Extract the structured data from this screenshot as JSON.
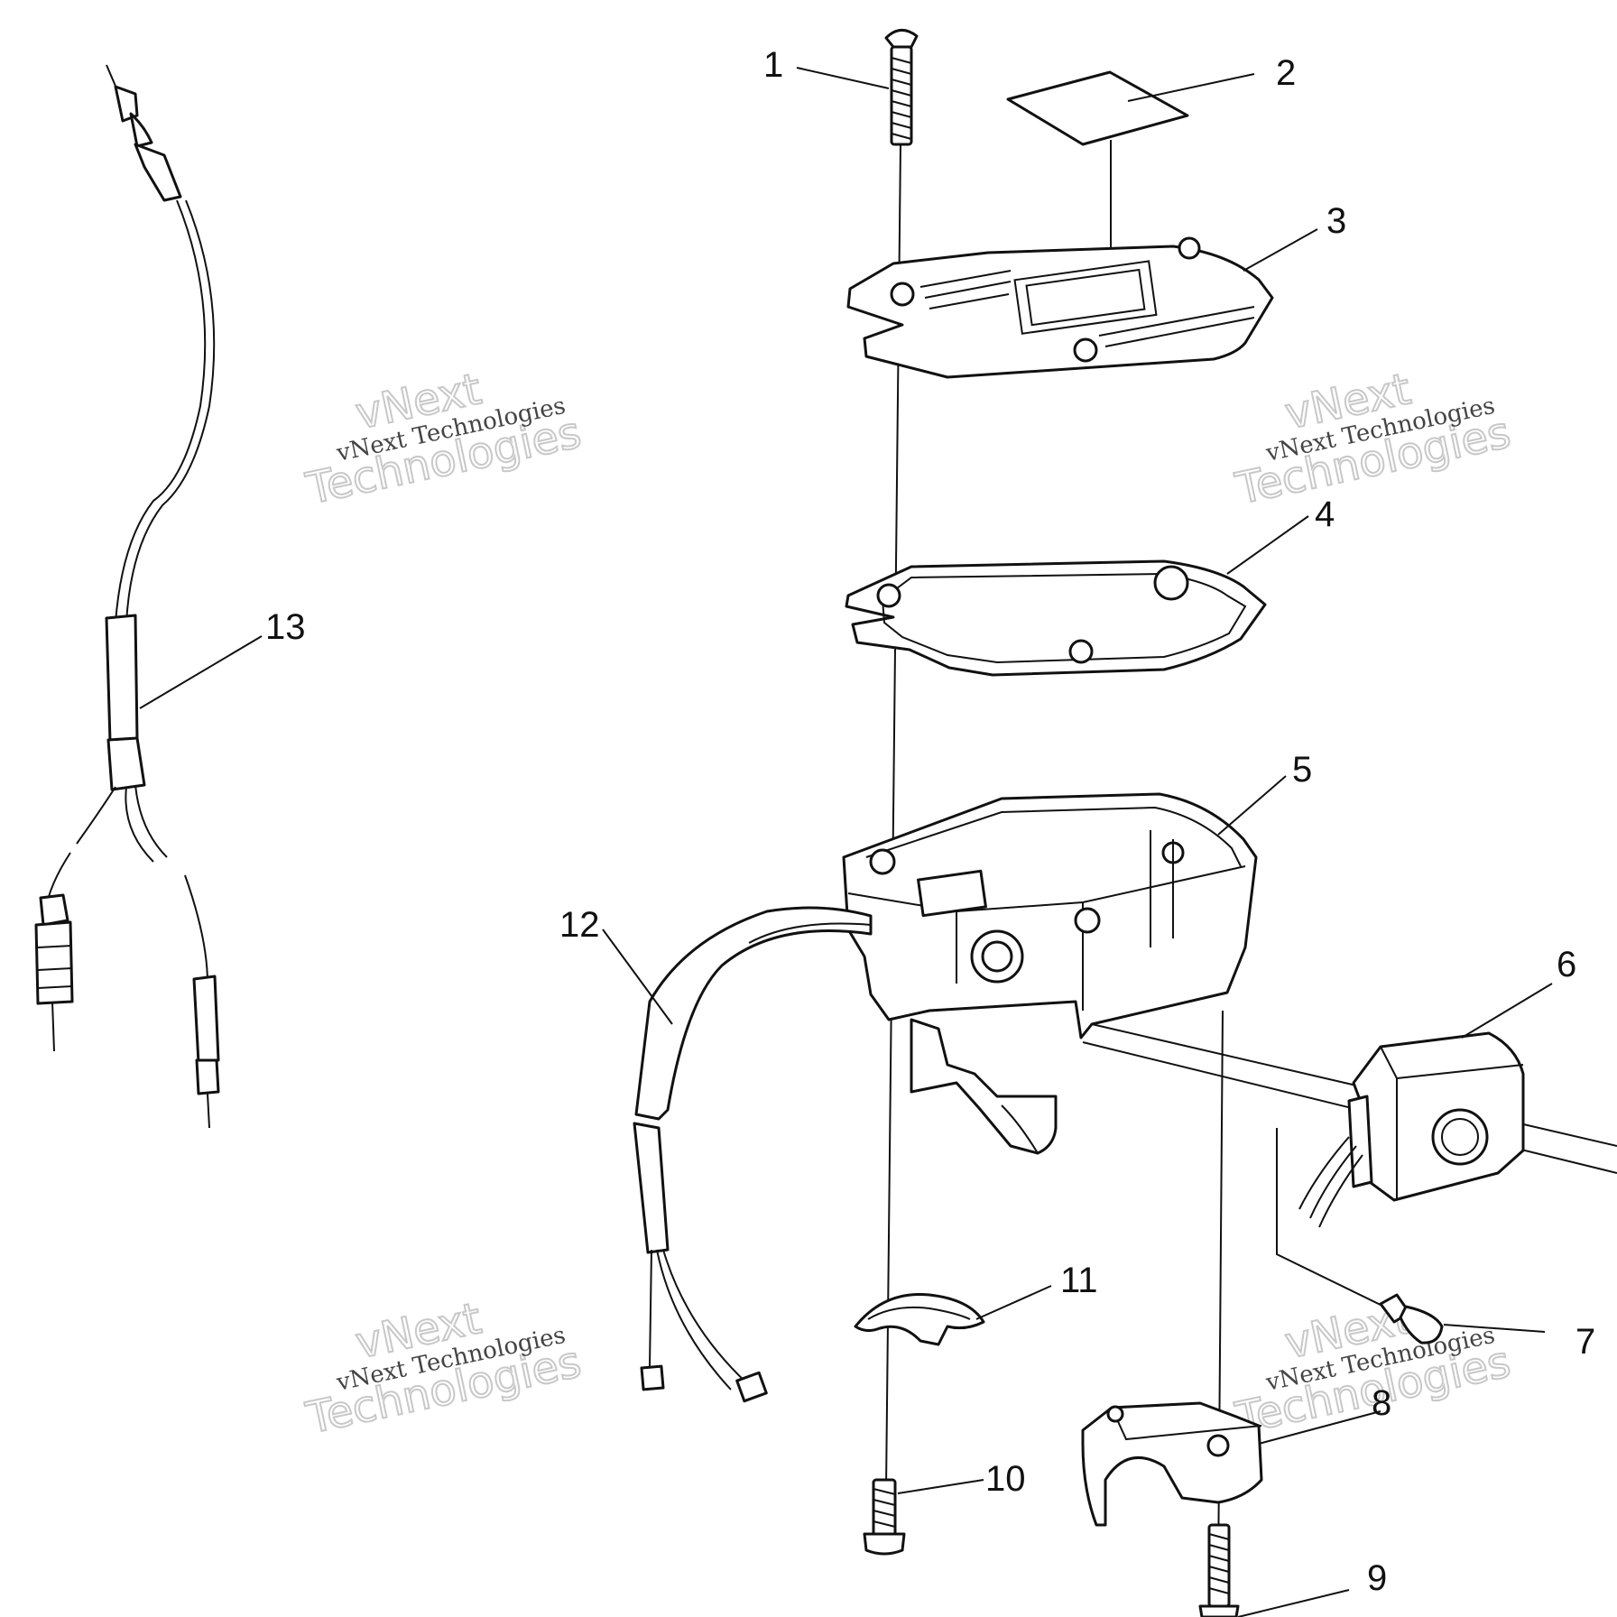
{
  "callouts": [
    "1",
    "2",
    "3",
    "4",
    "5",
    "6",
    "7",
    "8",
    "9",
    "10",
    "11",
    "12",
    "13"
  ],
  "watermark": {
    "line1": "vNext",
    "line2": "Technologies",
    "small": "vNext Technologies"
  }
}
